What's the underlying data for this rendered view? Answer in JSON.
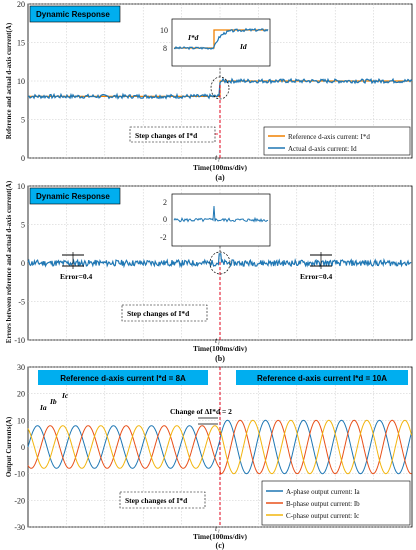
{
  "chart_data": [
    {
      "type": "line",
      "panel": "(a)",
      "title": "Dynamic Response",
      "ylabel": "Reference and actual d-axis current(A)",
      "xlabel": "Time(100ms/div)",
      "ylim": [
        0,
        20
      ],
      "yticks": [
        "0",
        "5",
        "10",
        "15",
        "20"
      ],
      "step_time_label": "t₁",
      "step_label": "Step changes of I*d",
      "step_before": 8,
      "step_after": 10,
      "series": [
        {
          "name": "Reference  d-axis current: I*d",
          "color": "#f08000",
          "before": 8,
          "after": 10
        },
        {
          "name": "Actual  d-axis current: Id",
          "color": "#1f77b4",
          "before": 8,
          "after": 10
        }
      ],
      "inset": {
        "yticks": [
          "8",
          "10"
        ],
        "ref_label": "I*d",
        "act_label": "Id"
      }
    },
    {
      "type": "line",
      "panel": "(b)",
      "title": "Dynamic Response",
      "ylabel": "Errors between reference and actual d-axis current(A)",
      "xlabel": "Time(100ms/div)",
      "ylim": [
        -10,
        10
      ],
      "yticks": [
        "-10",
        "-5",
        "0",
        "5",
        "10"
      ],
      "step_time_label": "t₁",
      "step_label": "Step changes of I*d",
      "error_left": "Error=0.4",
      "error_right": "Error=0.4",
      "series": [
        {
          "name": "Error",
          "color": "#1f77b4",
          "mean": 0,
          "band": 0.4
        }
      ],
      "inset": {
        "yticks": [
          "2",
          "0",
          "-2"
        ]
      }
    },
    {
      "type": "line",
      "panel": "(c)",
      "ylabel": "Output Currents(A)",
      "xlabel": "Time(100ms/div)",
      "ylim": [
        -30,
        30
      ],
      "yticks": [
        "30",
        "20",
        "10",
        "0",
        "-10",
        "-20",
        "-30"
      ],
      "step_time_label": "t₁",
      "step_label": "Step changes of I*d",
      "ref_before": "Reference d-axis current I*d = 8A",
      "ref_after": "Reference d-axis current I*d = 10A",
      "change_label": "Change of ΔI*d = 2",
      "amplitude_before": 8,
      "amplitude_after": 10,
      "phase_labels": [
        "Ia",
        "Ib",
        "Ic"
      ],
      "series": [
        {
          "name": "A-phase output current: Ia",
          "color": "#1f77b4"
        },
        {
          "name": "B-phase output current: Ib",
          "color": "#e8501a"
        },
        {
          "name": "C-phase output current: Ic",
          "color": "#f2b50f"
        }
      ]
    }
  ],
  "colors": {
    "header_bg": "#00aeef",
    "step_line": "#e0001a"
  }
}
